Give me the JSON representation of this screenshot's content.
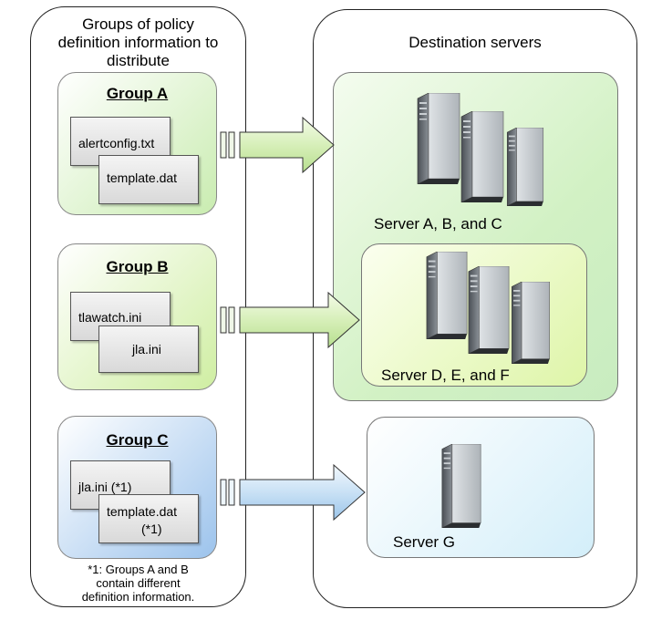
{
  "left_panel": {
    "title_lines": [
      "Groups of policy",
      "definition information to",
      "distribute"
    ]
  },
  "right_panel": {
    "title": "Destination servers"
  },
  "groups": [
    {
      "title": "Group A",
      "files": [
        "alertconfig.txt",
        "template.dat"
      ]
    },
    {
      "title": "Group B",
      "files": [
        "tlawatch.ini",
        "jla.ini"
      ]
    },
    {
      "title": "Group C",
      "files": [
        "jla.ini (*1)",
        "template.dat",
        "(*1)"
      ]
    }
  ],
  "servers": {
    "abc": "Server A, B, and C",
    "def": "Server D, E, and F",
    "g": "Server G"
  },
  "note_lines": [
    "*1: Groups A and B",
    "contain different",
    "definition information."
  ],
  "colors": {
    "green_light": "#f2fbe9",
    "green_mid": "#c9ecb0",
    "blue_light": "#eaf6fb",
    "blue_mid": "#a9c9ee"
  }
}
